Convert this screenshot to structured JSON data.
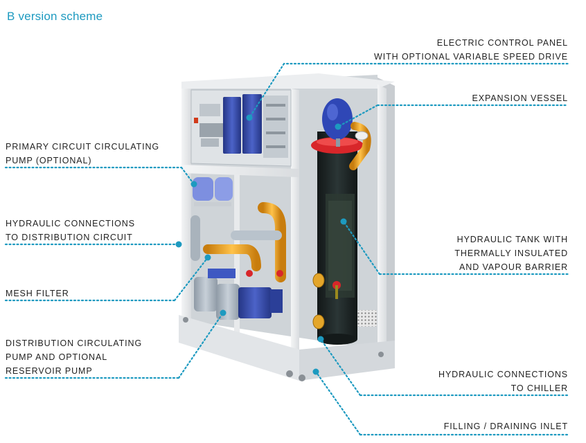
{
  "title": "B version scheme",
  "labels": {
    "control_panel": [
      "ELECTRIC CONTROL PANEL",
      "WITH OPTIONAL VARIABLE SPEED DRIVE"
    ],
    "expansion_vessel": [
      "EXPANSION VESSEL"
    ],
    "primary_pump": [
      "PRIMARY CIRCUIT CIRCULATING",
      "PUMP (OPTIONAL)"
    ],
    "hydraulic_distribution": [
      "HYDRAULIC CONNECTIONS",
      "TO DISTRIBUTION CIRCUIT"
    ],
    "hydraulic_tank": [
      "HYDRAULIC TANK WITH",
      "THERMALLY INSULATED",
      "AND VAPOUR BARRIER"
    ],
    "mesh_filter": [
      "MESH FILTER"
    ],
    "distribution_pump": [
      "DISTRIBUTION CIRCULATING",
      "PUMP AND OPTIONAL",
      "RESERVOIR PUMP"
    ],
    "hydraulic_chiller": [
      "HYDRAULIC CONNECTIONS",
      "TO CHILLER"
    ],
    "filling_inlet": [
      "FILLING / DRAINING INLET"
    ]
  },
  "colors": {
    "accent": "#1d9ac0",
    "text": "#222222",
    "frame": "#e4e6e8",
    "pipe": "#f5a623",
    "pump_blue": "#3a4fb0",
    "tank": "#1f2a2a",
    "valve_red": "#d8262a"
  }
}
